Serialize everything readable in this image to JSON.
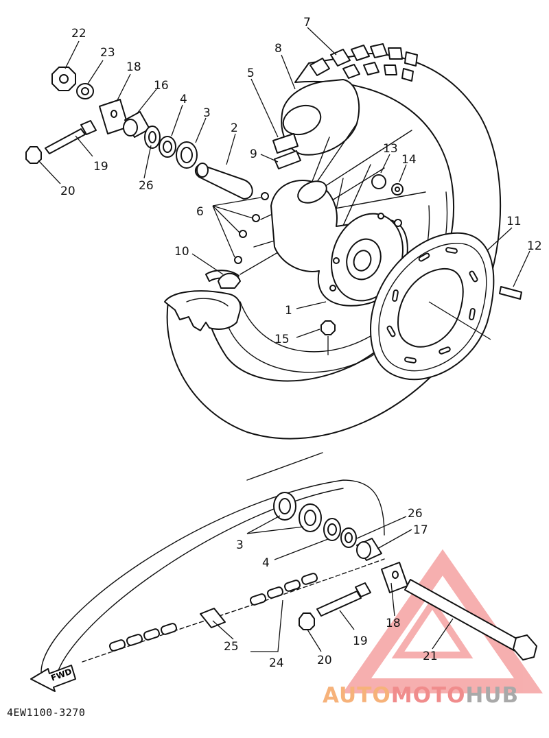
{
  "diagram_code": "4EW1100-3270",
  "watermark": {
    "part1": "AUTO",
    "part2": "MOTO",
    "part3": "HUB",
    "color1": "#f6b27a",
    "color2": "#f08c8c",
    "color3": "#a9a9a9"
  },
  "fwd_label": "FWD",
  "callouts": {
    "c1": "1",
    "c2": "2",
    "c3a": "3",
    "c3b": "3",
    "c4a": "4",
    "c4b": "4",
    "c5": "5",
    "c6": "6",
    "c7": "7",
    "c8": "8",
    "c9": "9",
    "c10": "10",
    "c11": "11",
    "c12": "12",
    "c13": "13",
    "c14": "14",
    "c15": "15",
    "c16": "16",
    "c17": "17",
    "c18a": "18",
    "c18b": "18",
    "c19a": "19",
    "c19b": "19",
    "c20a": "20",
    "c20b": "20",
    "c21": "21",
    "c22": "22",
    "c23": "23",
    "c24": "24",
    "c25": "25",
    "c26a": "26",
    "c26b": "26"
  }
}
